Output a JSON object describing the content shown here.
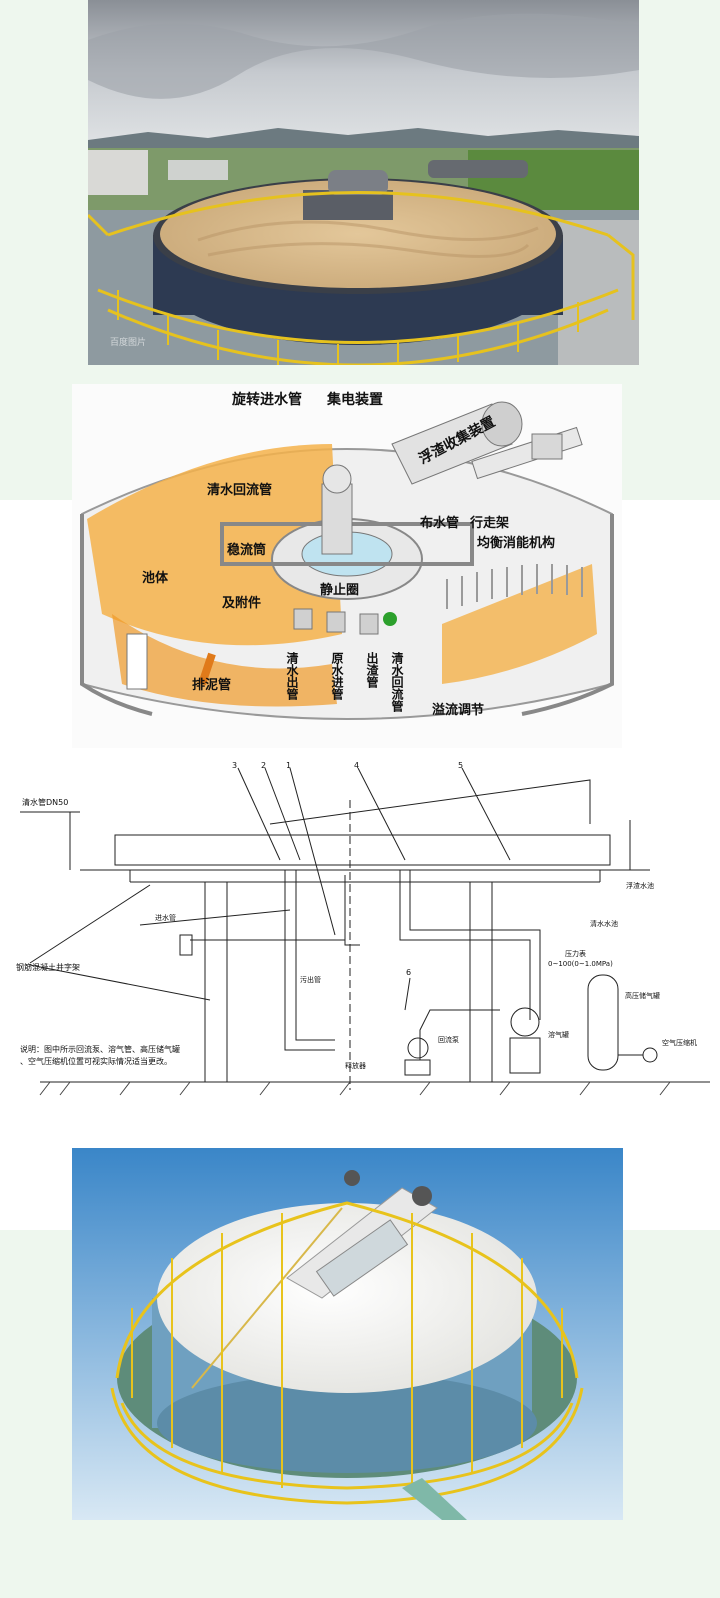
{
  "photo_top": {
    "watermark": "百度图片"
  },
  "diagram_3d": {
    "labels": {
      "rotating_inlet_pipe": "旋转进水管",
      "collector_device": "集电装置",
      "scum_collector": "浮渣收集装置",
      "clear_water_return": "清水回流管",
      "water_distribution_pipe": "布水管",
      "walking_frame": "行走架",
      "energy_dissipator": "均衡消能机构",
      "tank_body": "池体",
      "stabilizer": "稳流筒",
      "accessories": "及附件",
      "still_ring": "静止圈",
      "sludge_pipe": "排泥管",
      "clear_water_outlet": "清水出管",
      "raw_water_inlet": "原水进管",
      "scum_outlet": "出渣管",
      "clear_water_return_v": "清水回流管",
      "overflow_adjust": "溢流调节"
    }
  },
  "drawing": {
    "callouts": [
      "3",
      "2",
      "1",
      "4",
      "5",
      "6"
    ],
    "labels": {
      "clear_water_dn": "清水管DN50",
      "steel_concrete": "钢筋混凝土井字架",
      "outlet_pipe": "污出管",
      "inlet_pipe": "进水管",
      "return_pump": "回流泵",
      "air_tank": "高压储气罐",
      "air_compressor": "空气压缩机",
      "dissolved_air": "溶气罐",
      "release_valve": "释放器",
      "pressure_gauge": "压力表",
      "pressure_range": "0~100(0~1.0MPa)",
      "scum_water": "浮渣水池",
      "clean_water": "清水水池",
      "note_line1": "说明：图中所示回流泵、溶气管、高压储气罐",
      "note_line2": "、空气压缩机位置可视实际情况适当更改。"
    }
  },
  "photo_bot": {}
}
